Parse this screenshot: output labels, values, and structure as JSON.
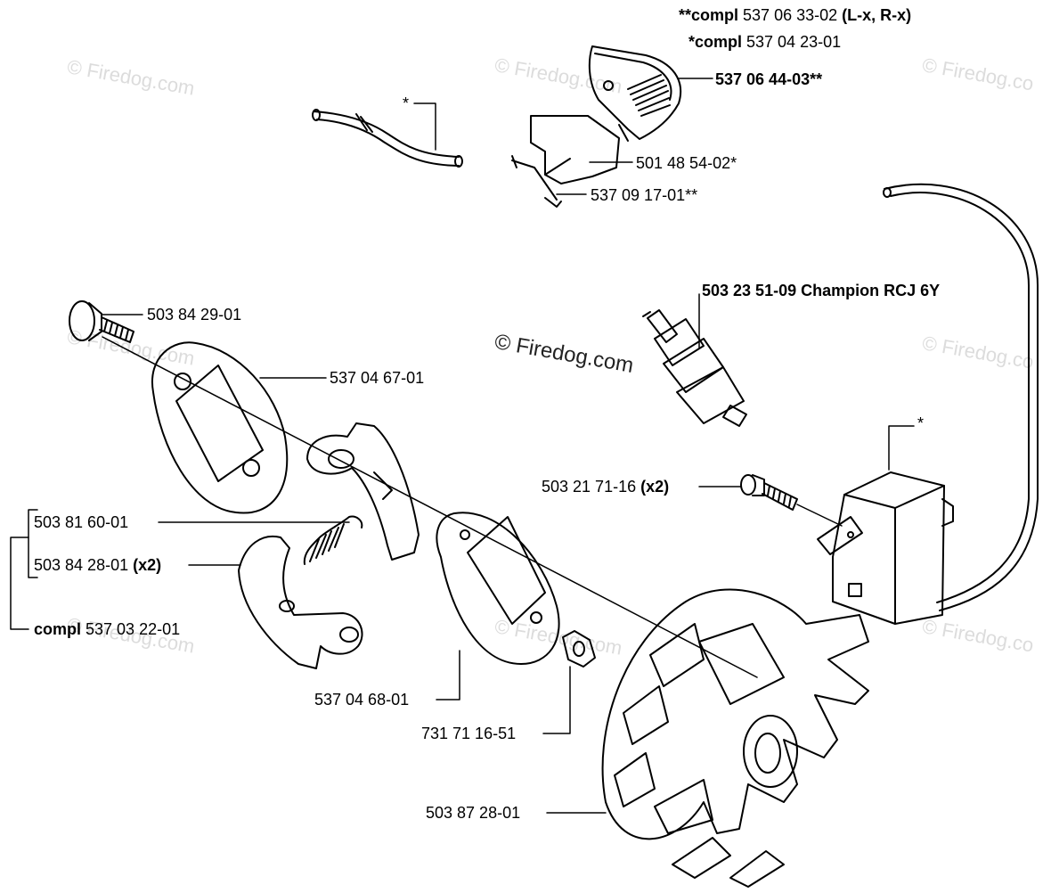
{
  "watermark": {
    "text": "© Firedog.com",
    "clipped_text": "© Firedog.co"
  },
  "labels": {
    "compl_53706_lead": "**compl",
    "compl_53706_num": " 537 06 33-02 ",
    "compl_53706_note": "(L-x, R-x)",
    "compl_53704_lead": "*compl",
    "compl_53704_num": " 537 04 23-01",
    "p53706_44": "537 06 44-03**",
    "p50148": "501 48 54-02*",
    "p53709": "537 09 17-01**",
    "asterisk_hose": "*",
    "asterisk_ignition": "*",
    "spark_plug": "503 23 51-09 Champion RCJ 6Y",
    "p50384_29": "503 84 29-01",
    "p53704_67": "537 04 67-01",
    "p50321_num": "503 21 71-16 ",
    "p50321_qty": "(x2)",
    "p50381": "503 81 60-01",
    "p50384_28_num": "503 84 28-01 ",
    "p50384_28_qty": "(x2)",
    "compl_53703_lead": "compl",
    "compl_53703_num": " 537 03 22-01",
    "p53704_68": "537 04 68-01",
    "p73171": "731 71 16-51",
    "p50387": "503 87 28-01"
  }
}
